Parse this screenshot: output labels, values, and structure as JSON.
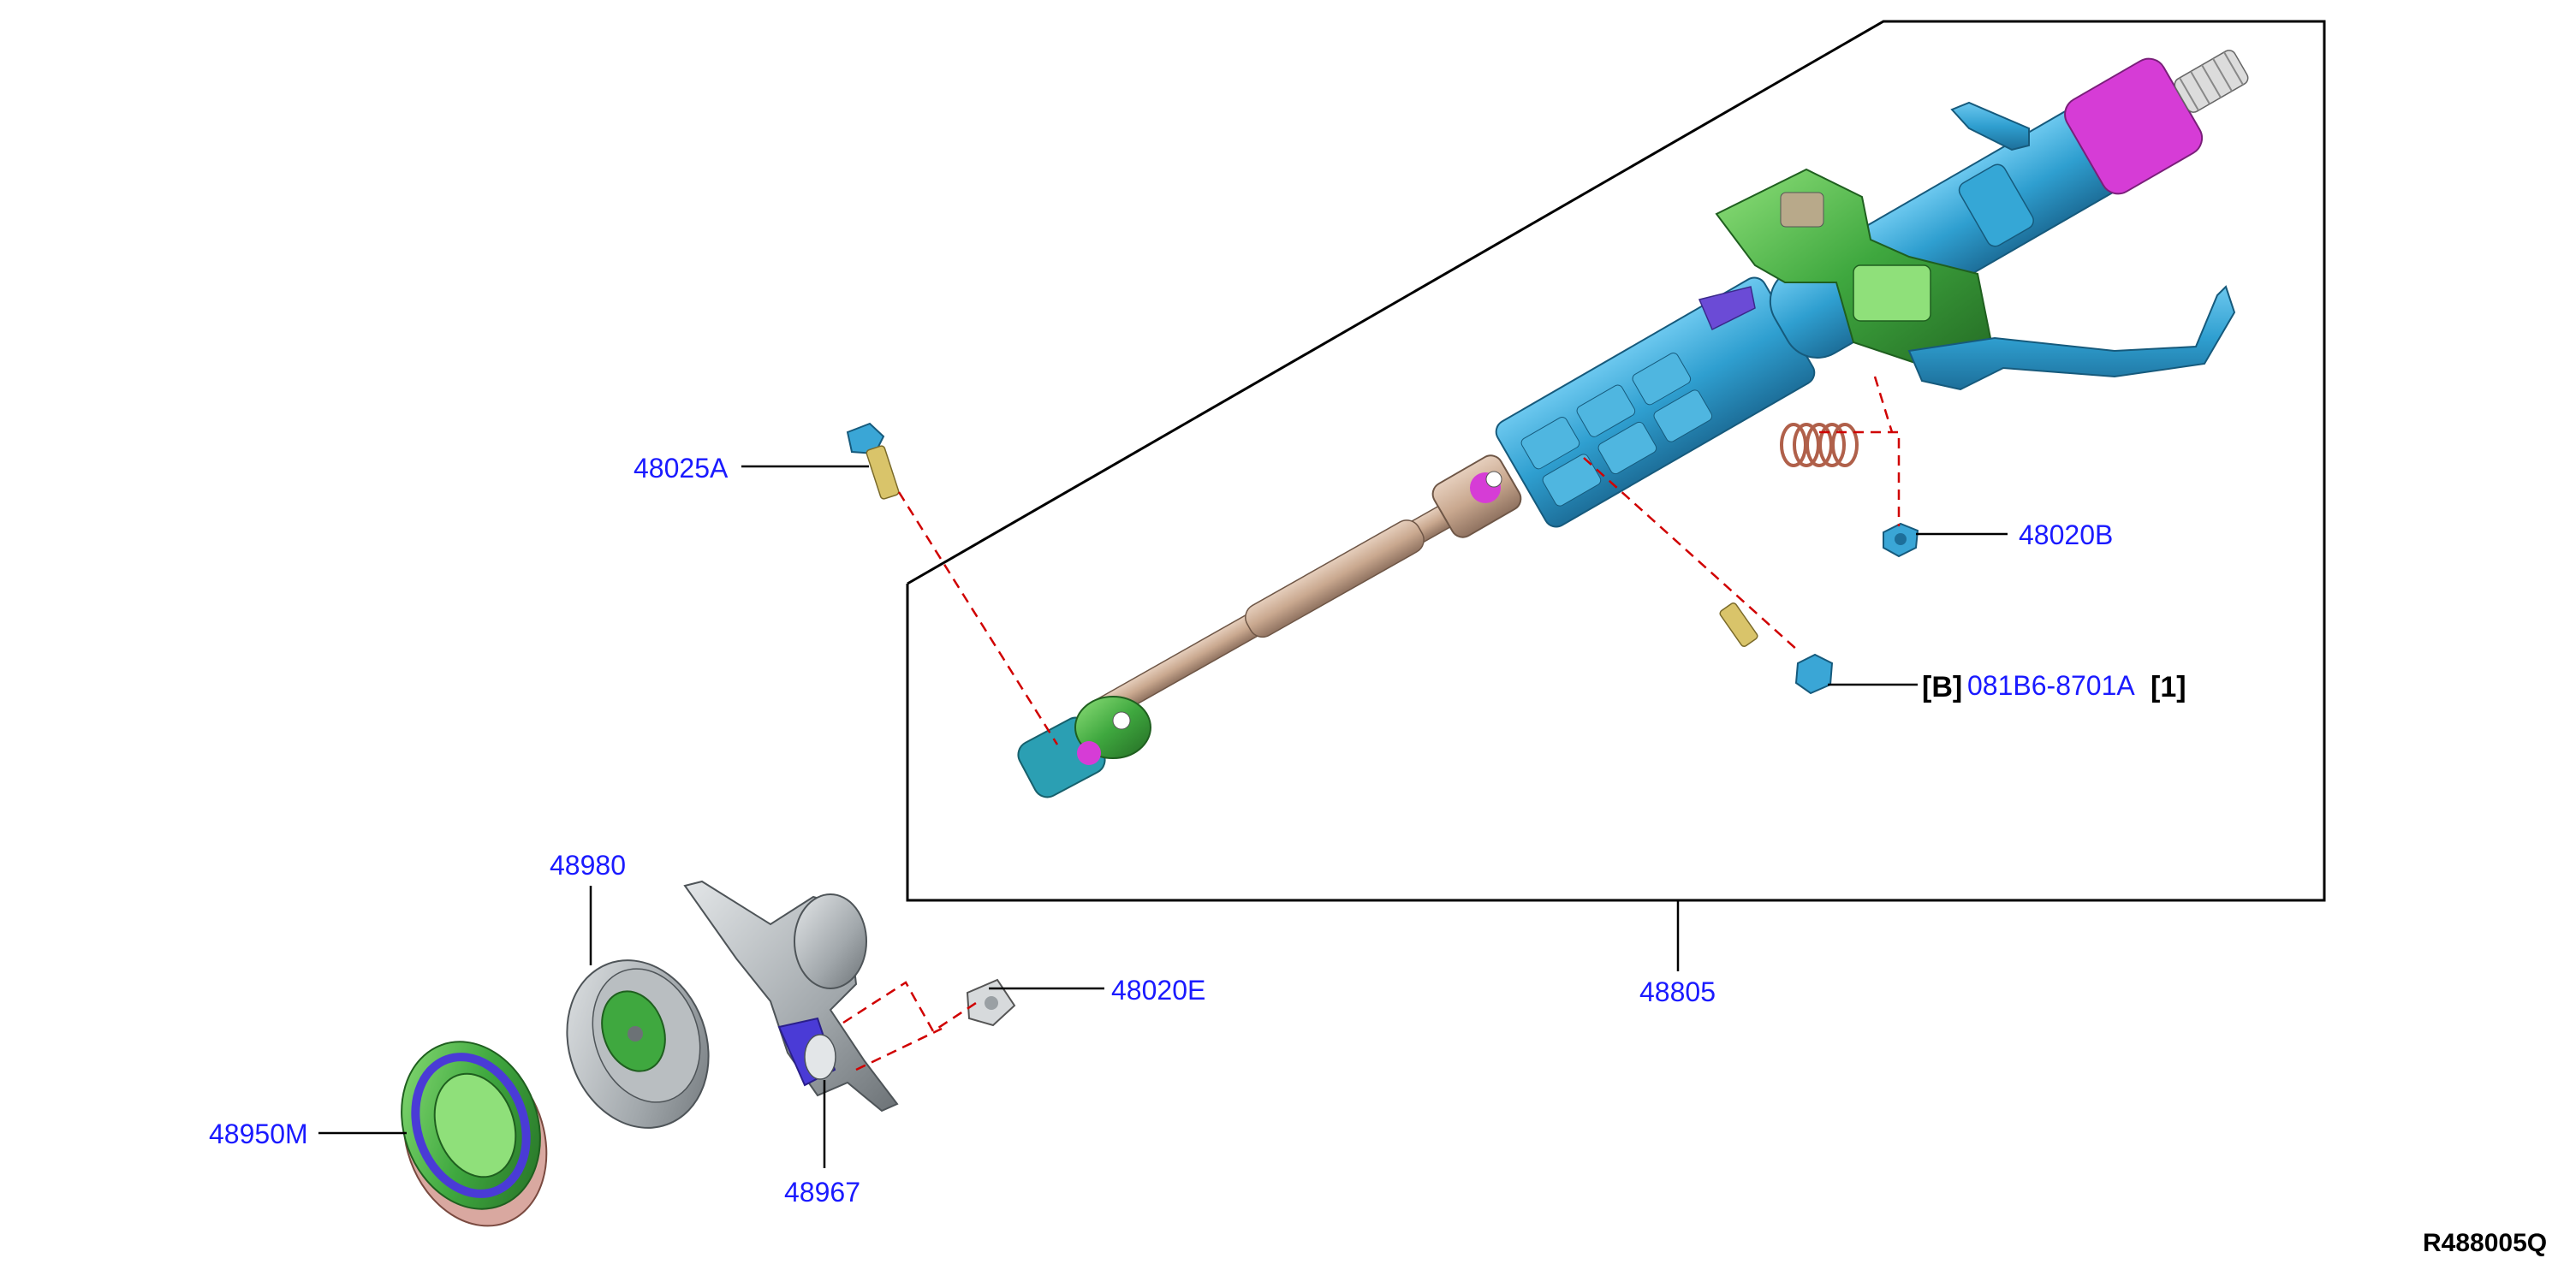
{
  "diagram_id": "R488005Q",
  "parts": {
    "p48025A": "48025A",
    "p48020B": "48020B",
    "p48805": "48805",
    "p48980": "48980",
    "p48020E": "48020E",
    "p48950M": "48950M",
    "p48967": "48967"
  },
  "bolt_code": {
    "prefix": "[B]",
    "code": "081B6-8701A",
    "suffix": "[1]"
  },
  "colors": {
    "callout": "#1a1aff",
    "dash": "#d00000",
    "column_blue": "#2f9fd0",
    "bracket_green": "#3fa83f",
    "magenta": "#d63cd6",
    "shaft_tan": "#c9a88f",
    "gray_part": "#9aa0a4",
    "purple": "#4a3bd6"
  }
}
